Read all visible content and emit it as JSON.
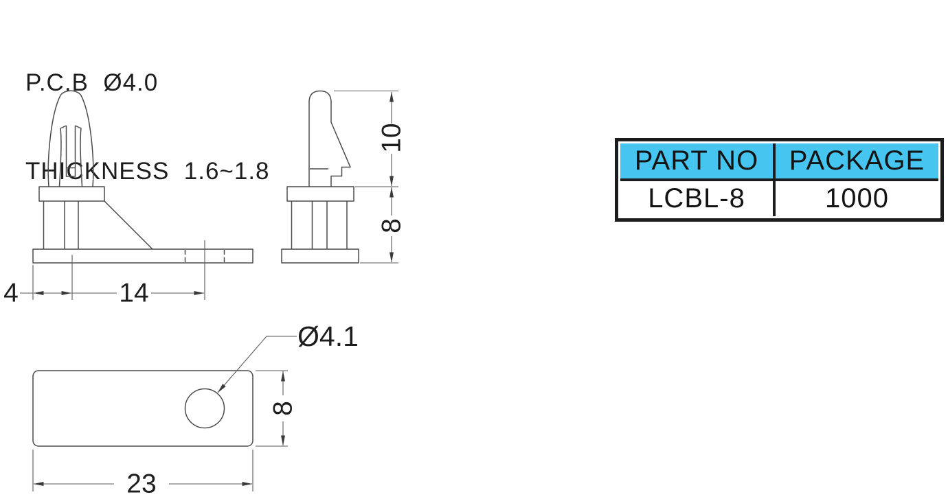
{
  "note": {
    "line1": "P.C.B  Ø4.0",
    "line2": "THICKNESS  1.6~1.8"
  },
  "table": {
    "headers": [
      "PART NO",
      "PACKAGE"
    ],
    "rows": [
      [
        "LCBL-8",
        "1000"
      ]
    ],
    "header_bg": "#45C5F0",
    "border_color": "#1C1C1C"
  },
  "dims": {
    "front": {
      "edge_to_post": "4",
      "post_to_hole": "14"
    },
    "side": {
      "clip_height": "10",
      "spacer_height": "8"
    },
    "bottom": {
      "hole_diameter": "Ø4.1",
      "plate_width": "8",
      "plate_length": "23"
    }
  }
}
